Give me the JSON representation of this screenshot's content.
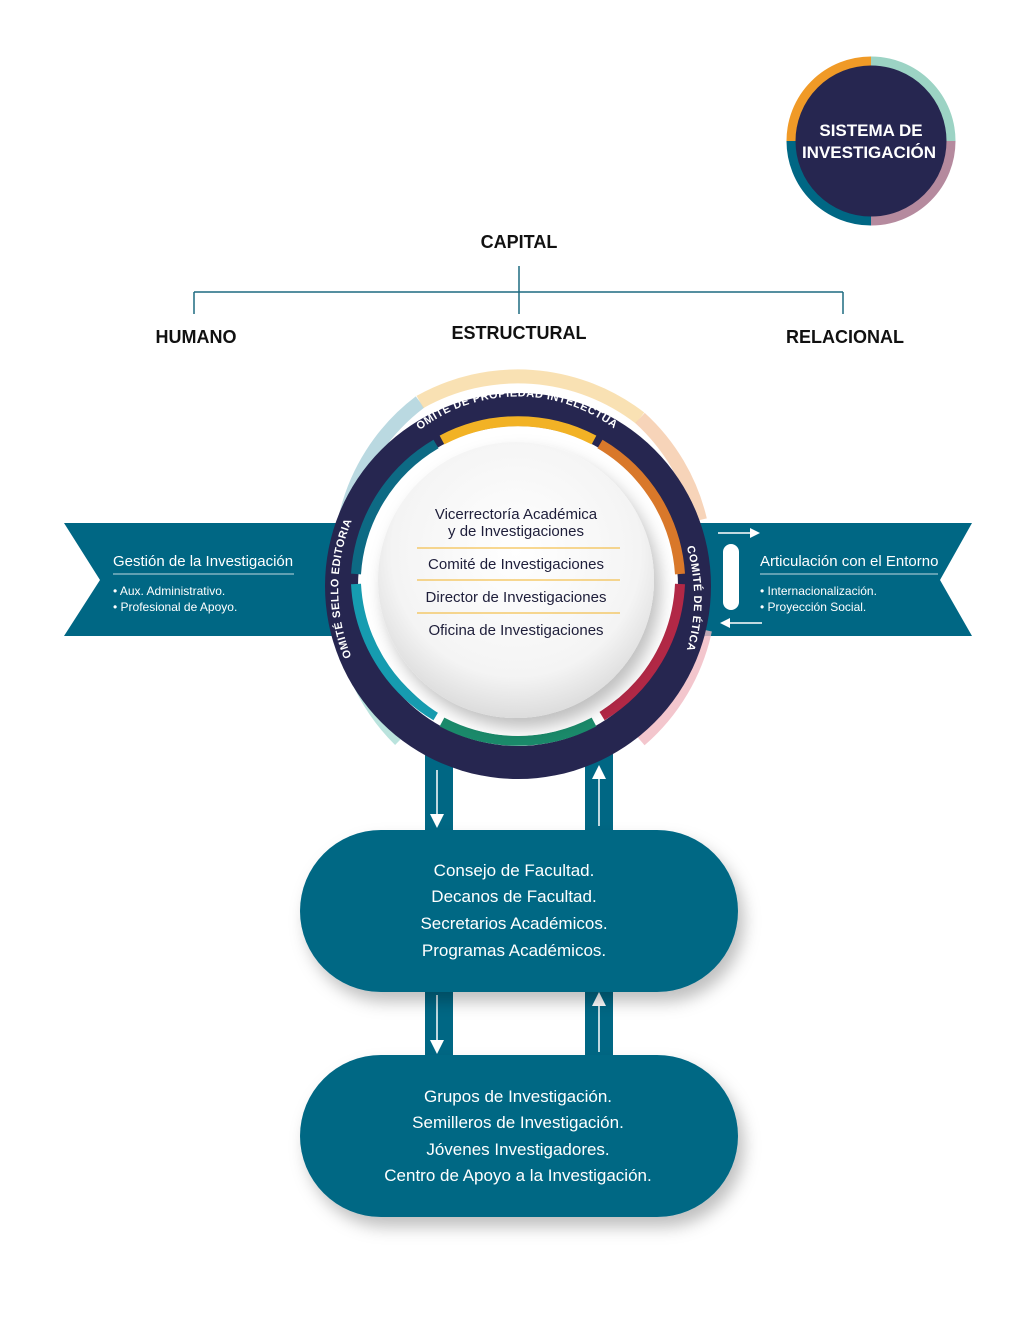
{
  "badge": {
    "line1": "SISTEMA DE",
    "line2": "INVESTIGACIÓN"
  },
  "capital": {
    "title": "CAPITAL",
    "branches": [
      "HUMANO",
      "ESTRUCTURAL",
      "RELACIONAL"
    ]
  },
  "ring": {
    "top": "COMITÉ DE PROPIEDAD INTELECTUAL.",
    "left": "COMITÉ SELLO EDITORIAL",
    "right": "COMITÉ DE ÉTICA"
  },
  "center": {
    "line1": "Vicerrectoría Académica",
    "line2": "y de Investigaciones",
    "items": [
      "Comité de Investigaciones",
      "Director de Investigaciones",
      "Oficina de Investigaciones"
    ]
  },
  "left_banner": {
    "title": "Gestión de la Investigación",
    "items": [
      "• Aux. Administrativo.",
      "• Profesional de Apoyo."
    ]
  },
  "right_banner": {
    "title": "Articulación con el Entorno",
    "items": [
      "• Internacionalización.",
      "• Proyección Social."
    ]
  },
  "faculty_box": {
    "items": [
      "Consejo de Facultad.",
      "Decanos de Facultad.",
      "Secretarios Académicos.",
      "Programas Académicos."
    ]
  },
  "research_box": {
    "items": [
      "Grupos de Investigación.",
      "Semilleros de Investigación.",
      "Jóvenes Investigadores.",
      "Centro de Apoyo a la Investigación."
    ]
  },
  "colors": {
    "navy": "#262650",
    "teal": "#006784",
    "orange": "#f09a27",
    "mint": "#9cd3c4",
    "mauve": "#b58a9e",
    "gold": "#f2b225",
    "dark_orange": "#d9782a",
    "crimson": "#b22846",
    "green": "#1a8a6a",
    "aqua": "#169cb0",
    "line": "#1d6a80"
  }
}
